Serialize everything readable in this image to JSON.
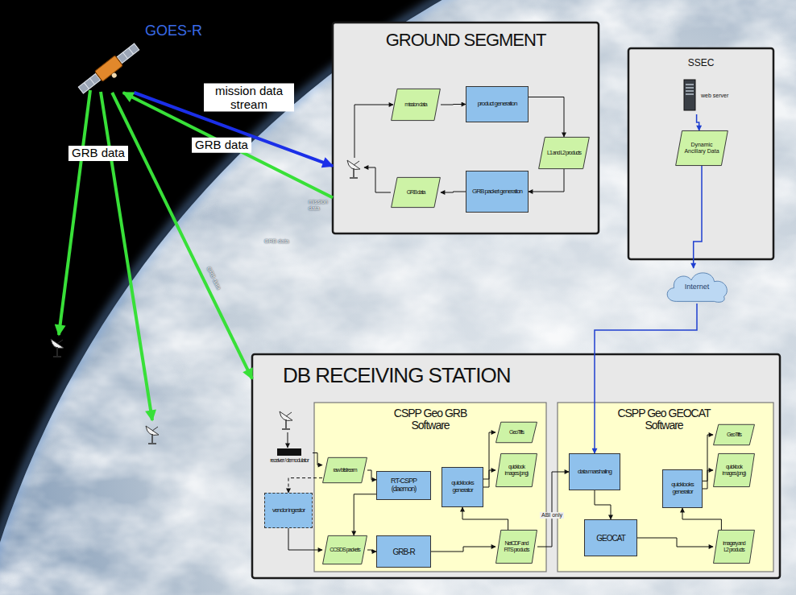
{
  "diagram": {
    "nodes": [
      {
        "text": [
          "GOES-R"
        ]
      },
      {
        "text": [
          "GROUND SEGMENT"
        ]
      },
      {
        "text": [
          "mission data"
        ],
        "in": 1
      },
      {
        "text": [
          "product generation"
        ],
        "in": 1
      },
      {
        "text": [
          "L1 and L2 products"
        ],
        "in": 1
      },
      {
        "text": [
          "GRB packet generation"
        ],
        "in": 1
      },
      {
        "text": [
          "GRB data"
        ],
        "in": 1
      },
      {
        "text": [
          "SSEC"
        ]
      },
      {
        "text": [
          "web server"
        ],
        "in": 7
      },
      {
        "text": [
          "Dynamic Ancillary Data"
        ],
        "in": 7
      },
      {
        "text": [
          "Internet"
        ]
      },
      {
        "text": [
          "DB RECEIVING STATION"
        ]
      },
      {
        "text": [
          "receiver / demodulator"
        ],
        "in": 11
      },
      {
        "text": [
          "CSPP Geo GRB Software"
        ],
        "in": 11
      },
      {
        "text": [
          "raw bitstream"
        ],
        "in": 13
      },
      {
        "text": [
          "vendor ingestor"
        ],
        "in": 11
      },
      {
        "text": [
          "CCSDS packets"
        ],
        "in": 13
      },
      {
        "text": [
          "RT-CSPP (daemon)"
        ],
        "in": 13
      },
      {
        "text": [
          "GRB-R"
        ],
        "in": 13
      },
      {
        "text": [
          "quicklooks generator"
        ],
        "in": 13
      },
      {
        "text": [
          "GeoTiffs"
        ],
        "in": 13
      },
      {
        "text": [
          "quicklook images (png)"
        ],
        "in": 13
      },
      {
        "text": [
          "NetCDF and FITS products"
        ],
        "in": 13
      },
      {
        "text": [
          "CSPP Geo GEOCAT Software"
        ],
        "in": 11
      },
      {
        "text": [
          "data marshaling"
        ],
        "in": 23
      },
      {
        "text": [
          "GEOCAT"
        ],
        "in": 23
      },
      {
        "text": [
          "quicklooks generator"
        ],
        "in": 23
      },
      {
        "text": [
          "GeoTiffs"
        ],
        "in": 23
      },
      {
        "text": [
          "quicklook images (png)"
        ],
        "in": 23
      },
      {
        "text": [
          "imagery and L2 products"
        ],
        "in": 23
      }
    ],
    "edges": [
      {
        "from": 0,
        "to": 1,
        "arrow": "to",
        "label": "mission data stream"
      },
      {
        "from": 1,
        "to": 0,
        "arrow": "to",
        "label": "GRB data"
      },
      {
        "from": 0,
        "to": 11,
        "arrow": "to"
      },
      {
        "from": 2,
        "to": 3,
        "arrow": "to"
      },
      {
        "from": 3,
        "to": 4,
        "arrow": "to"
      },
      {
        "from": 4,
        "to": 5,
        "arrow": "to"
      },
      {
        "from": 5,
        "to": 6,
        "arrow": "to"
      },
      {
        "from": 8,
        "to": 9,
        "arrow": "to"
      },
      {
        "from": 9,
        "to": 10,
        "arrow": "to"
      },
      {
        "from": 10,
        "to": 24,
        "arrow": "to"
      },
      {
        "from": 12,
        "to": 14,
        "arrow": "to"
      },
      {
        "from": 14,
        "to": 17,
        "arrow": "to"
      },
      {
        "from": 14,
        "to": 15,
        "arrow": "to"
      },
      {
        "from": 15,
        "to": 16,
        "arrow": "to"
      },
      {
        "from": 17,
        "to": 16,
        "arrow": "to"
      },
      {
        "from": 16,
        "to": 18,
        "arrow": "to"
      },
      {
        "from": 18,
        "to": 22,
        "arrow": "to"
      },
      {
        "from": 22,
        "to": 19,
        "arrow": "to"
      },
      {
        "from": 19,
        "to": 20,
        "arrow": "to"
      },
      {
        "from": 19,
        "to": 21,
        "arrow": "to"
      },
      {
        "from": 22,
        "to": 24,
        "arrow": "to",
        "label": "ABI only"
      },
      {
        "from": 24,
        "to": 25,
        "arrow": "to"
      },
      {
        "from": 25,
        "to": 29,
        "arrow": "to"
      },
      {
        "from": 29,
        "to": 26,
        "arrow": "to"
      },
      {
        "from": 26,
        "to": 27,
        "arrow": "to"
      },
      {
        "from": 26,
        "to": 28,
        "arrow": "to"
      }
    ],
    "labels": [
      "GRB data",
      "mission data",
      "GRB data",
      "GRB data"
    ]
  }
}
